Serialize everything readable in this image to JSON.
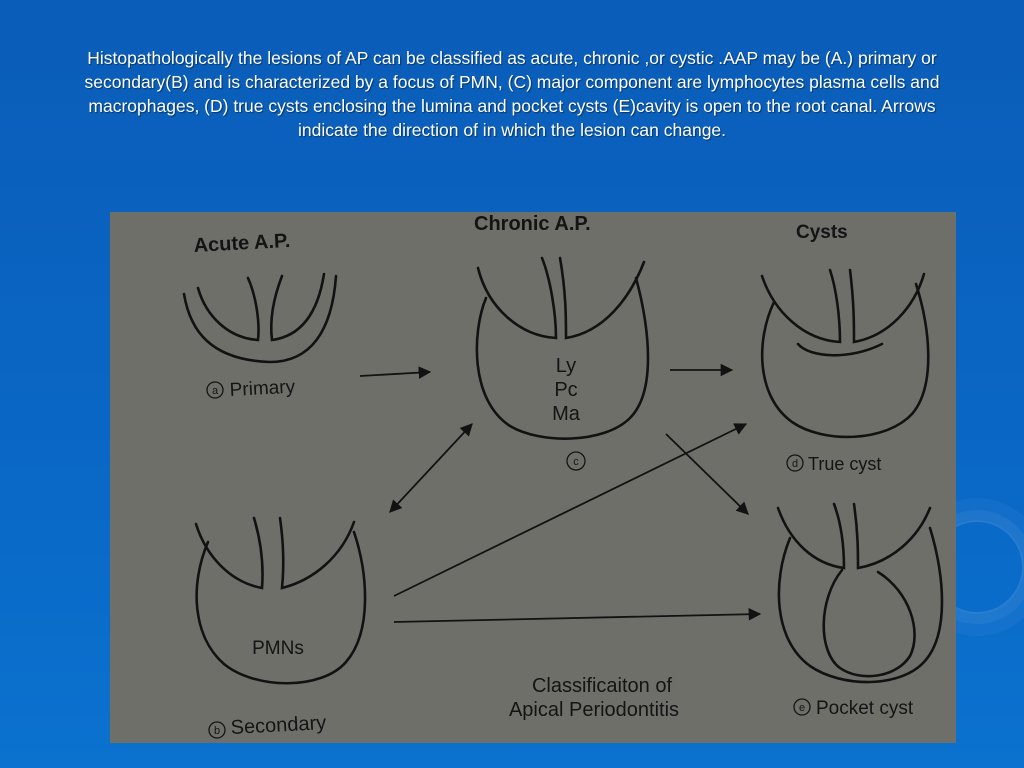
{
  "slide": {
    "caption": "Histopathologically the lesions of AP can be classified as acute, chronic ,or cystic .AAP may be (A.) primary or secondary(B) and is characterized by a focus of PMN, (C) major component are lymphocytes plasma cells and macrophages, (D) true cysts enclosing the lumina and pocket cysts (E)cavity is open to the root canal. Arrows indicate the direction of in which the lesion can change."
  },
  "figure": {
    "headings": {
      "acute": "Acute A.P.",
      "chronic": "Chronic A.P.",
      "cysts": "Cysts"
    },
    "panels": {
      "a": {
        "marker": "a",
        "label": "Primary"
      },
      "b": {
        "marker": "b",
        "label": "Secondary",
        "content": "PMNs"
      },
      "c": {
        "marker": "c",
        "cells": [
          "Ly",
          "Pc",
          "Ma"
        ]
      },
      "d": {
        "marker": "d",
        "label": "True cyst"
      },
      "e": {
        "marker": "e",
        "label": "Pocket cyst"
      }
    },
    "footer": {
      "line1": "Classificaiton of",
      "line2": "Apical Periodontitis"
    }
  }
}
